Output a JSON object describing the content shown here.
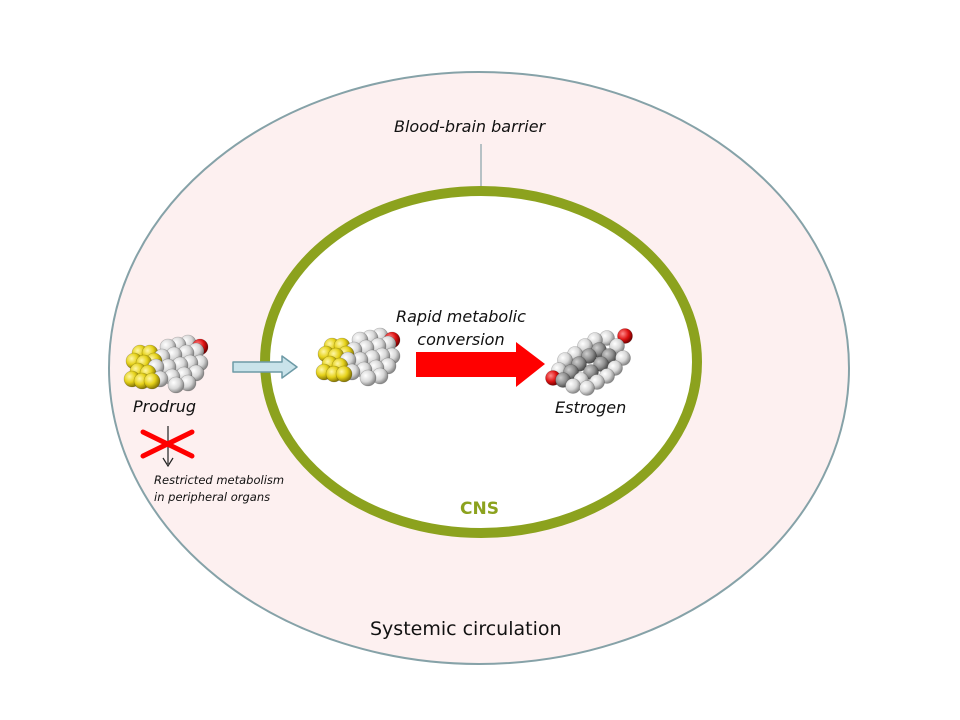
{
  "labels": {
    "blood_brain_barrier": "Blood-brain barrier",
    "cns": "CNS",
    "systemic_circulation": "Systemic circulation",
    "conversion_line1": "Rapid metabolic",
    "conversion_line2": "conversion",
    "prodrug": "Prodrug",
    "estrogen": "Estrogen",
    "restricted_line1": "Restricted metabolism",
    "restricted_line2": "in peripheral organs"
  },
  "colors": {
    "systemic_fill": "#fdf0f0",
    "systemic_stroke": "#86a2a8",
    "cns_ring": "#8ca21e",
    "conversion_arrow": "#ff0000",
    "transport_arrow_fill": "#c9e3ea",
    "transport_arrow_stroke": "#6d9aa6",
    "cross_mark": "#ff0000",
    "sulfur_atom": "#e6d21a",
    "carbon_atom_light": "#d7d7d7",
    "carbon_atom_dark": "#8f8f8f",
    "oxygen_atom": "#dd1111"
  },
  "icons": {
    "prodrug_molecule": "space-filling-molecule",
    "estrogen_molecule": "space-filling-molecule",
    "blocked_mark": "red-cross-icon"
  }
}
